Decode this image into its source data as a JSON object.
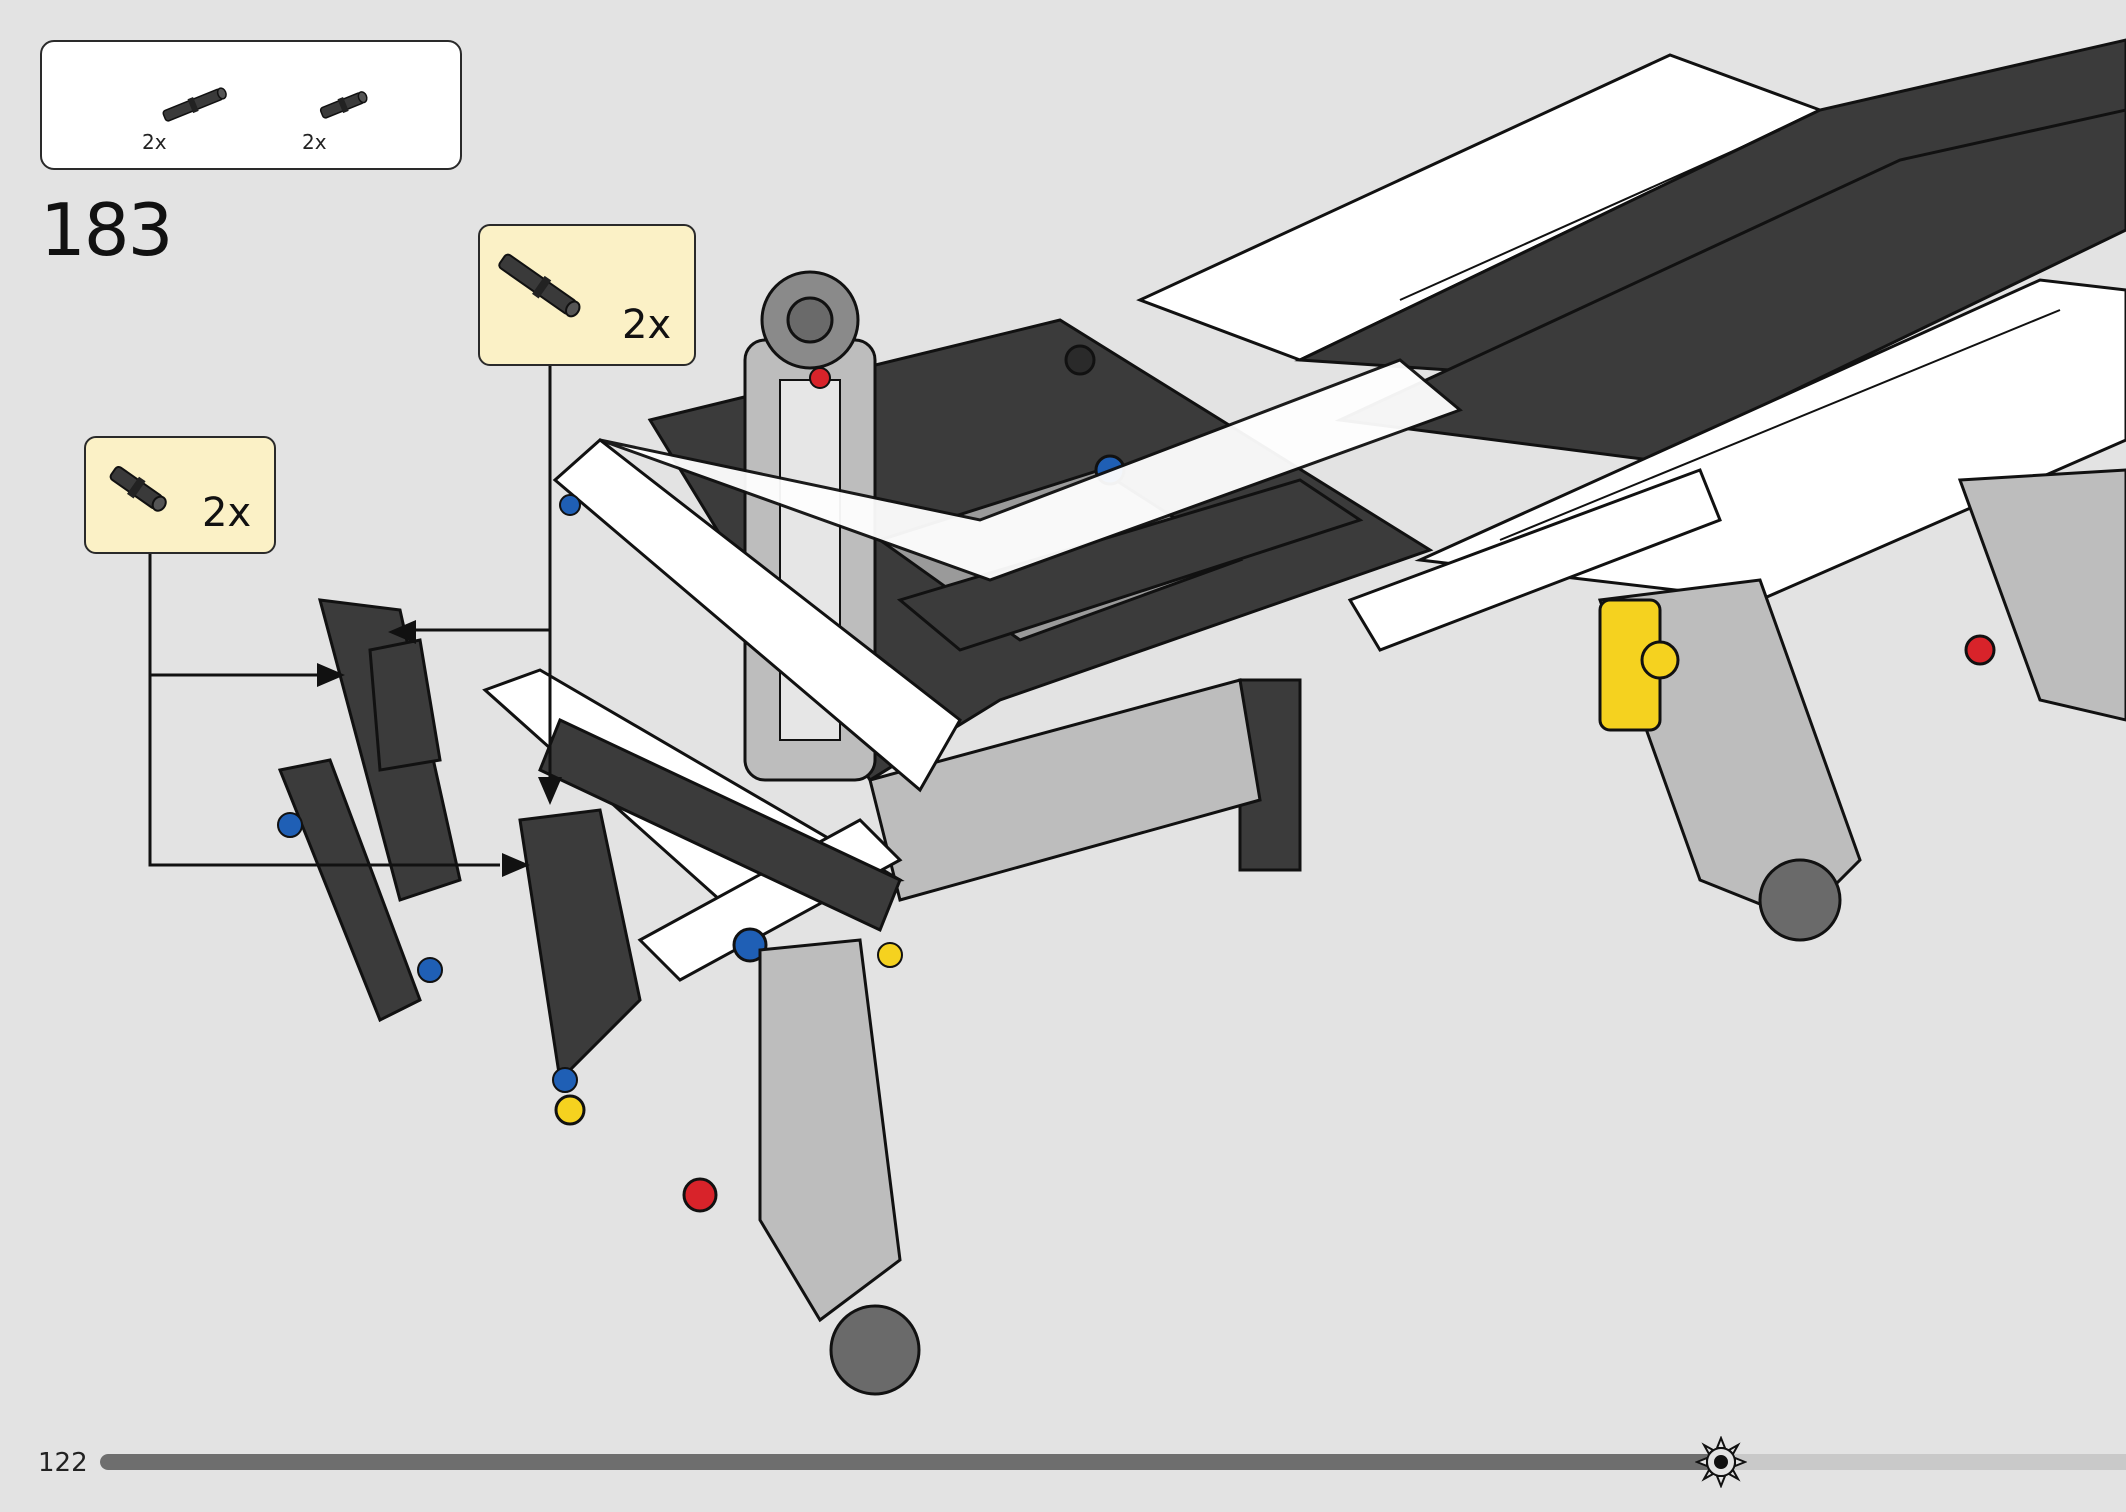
{
  "page": {
    "number": "122"
  },
  "step": {
    "number": "183",
    "parts": [
      {
        "name": "long axle pin",
        "qty": "2x",
        "color": "#3a3a3a"
      },
      {
        "name": "short axle pin",
        "qty": "2x",
        "color": "#3a3a3a"
      }
    ],
    "callouts": [
      {
        "name": "axle pin callout",
        "qty": "2x",
        "icon": "long-pin-icon"
      },
      {
        "name": "short pin callout",
        "qty": "2x",
        "icon": "short-pin-icon"
      }
    ]
  },
  "progress": {
    "fraction": 0.8,
    "icon": "gear-icon"
  },
  "colors": {
    "background": "#e3e3e3",
    "callout_fill": "#fbf1c6",
    "dark_grey": "#3b3b3b",
    "light_grey": "#b9b9b9",
    "white": "#ffffff",
    "accent_yellow": "#f5d21f",
    "accent_red": "#d8232a",
    "accent_blue": "#1f5fb5"
  }
}
